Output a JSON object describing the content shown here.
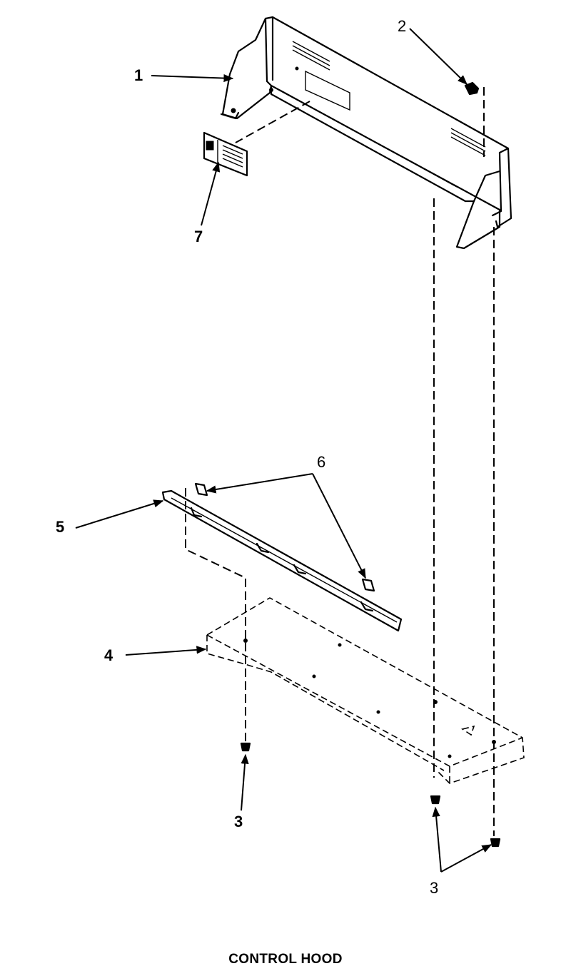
{
  "title": "CONTROL HOOD",
  "callouts": {
    "c1": "1",
    "c2": "2",
    "c3a": "3",
    "c3b": "3",
    "c4": "4",
    "c5": "5",
    "c6": "6",
    "c7": "7"
  }
}
